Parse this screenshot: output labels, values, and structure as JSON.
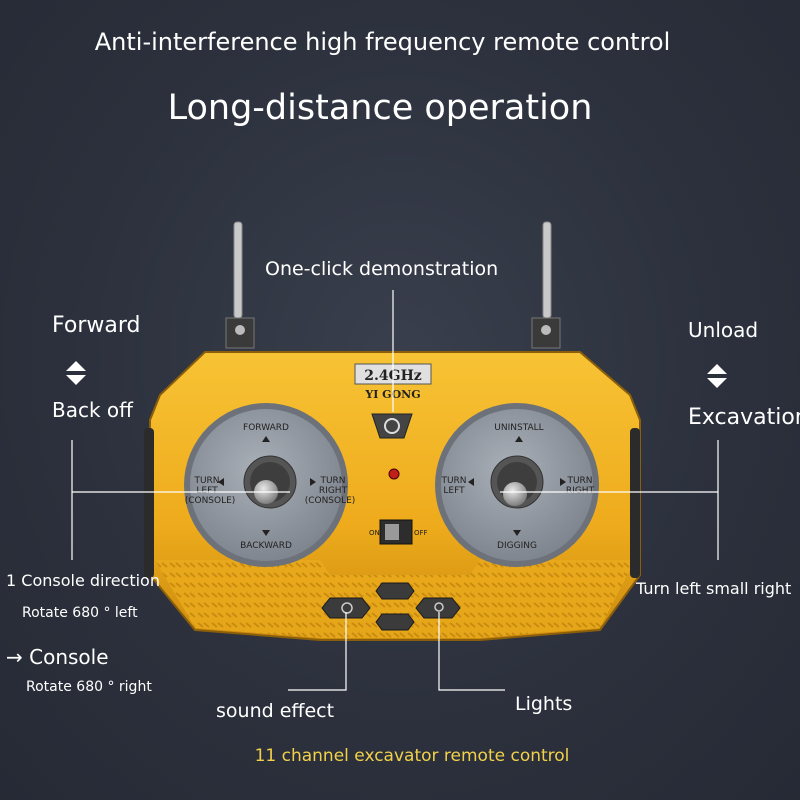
{
  "headline": "Anti-interference high frequency remote control",
  "subheadline": "Long-distance operation",
  "remote": {
    "band": "2.4GHz",
    "brand": "YI GONG",
    "switch_on": "ON",
    "switch_off": "OFF",
    "left_stick": {
      "up": "FORWARD",
      "down": "BACKWARD",
      "left_1": "TURN",
      "left_2": "LEFT",
      "left_3": "(CONSOLE)",
      "right_1": "TURN",
      "right_2": "RIGHT",
      "right_3": "(CONSOLE)"
    },
    "right_stick": {
      "up": "UNINSTALL",
      "down": "DIGGING",
      "left_1": "TURN",
      "left_2": "LEFT",
      "right_1": "TURN",
      "right_2": "RIGHT"
    }
  },
  "annotations": {
    "demo": "One-click demonstration",
    "forward": "Forward",
    "back_off": "Back off",
    "unload": "Unload",
    "excavation": "Excavation",
    "console1": "1 Console direction",
    "rotate_left": "Rotate 680 ° left",
    "console2": "→ Console",
    "rotate_right": "Rotate 680 ° right",
    "turn_small": "Turn left small right",
    "sound": "sound effect",
    "lights": "Lights"
  },
  "footer": "11 channel excavator remote control",
  "colors": {
    "background": "#2c313d",
    "body_yellow": "#f2b21e",
    "body_dark": "#b87c10",
    "pad": "#8f959e",
    "footer_text": "#f2d14a"
  }
}
